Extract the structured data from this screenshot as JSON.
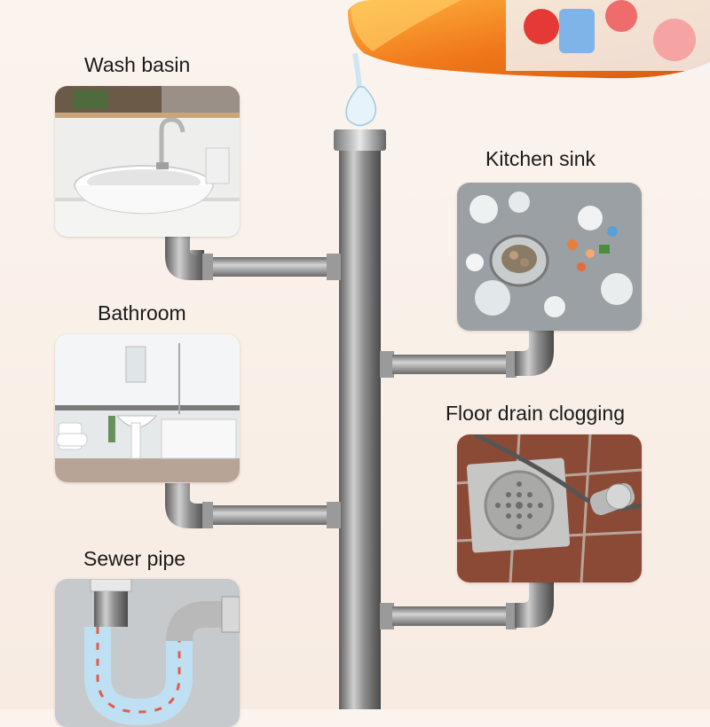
{
  "labels": {
    "wash_basin": "Wash basin",
    "kitchen_sink": "Kitchen sink",
    "bathroom": "Bathroom",
    "floor_drain": "Floor drain clogging",
    "sewer_pipe": "Sewer pipe"
  },
  "colors": {
    "background": "#f9efe7",
    "pipe": "#8a8a8a",
    "bottle": "#f07a1a"
  }
}
